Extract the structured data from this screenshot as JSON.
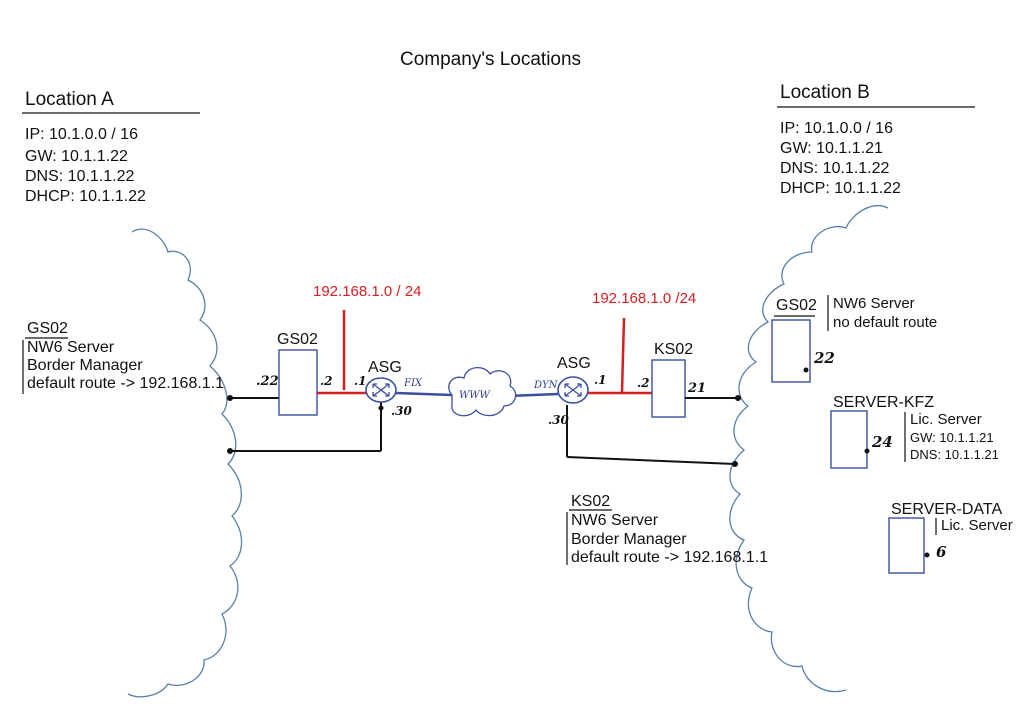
{
  "title": "Company's Locations",
  "location_a": {
    "heading": "Location A",
    "ip": "IP: 10.1.0.0 / 16",
    "gw": "GW: 10.1.1.22",
    "dns": "DNS: 10.1.1.22",
    "dhcp": "DHCP: 10.1.1.22"
  },
  "location_b": {
    "heading": "Location B",
    "ip": "IP: 10.1.0.0 / 16",
    "gw": "GW: 10.1.1.21",
    "dns": "DNS: 10.1.1.22",
    "dhcp": "DHCP: 10.1.1.22"
  },
  "gs02_note": {
    "name": "GS02",
    "lines": [
      "NW6 Server",
      "Border Manager",
      "default route -> 192.168.1.1"
    ]
  },
  "ks02_note": {
    "name": "KS02",
    "lines": [
      "NW6 Server",
      "Border Manager",
      "default route -> 192.168.1.1"
    ]
  },
  "left_link": {
    "subnet": "192.168.1.0 / 24",
    "server_label": "GS02",
    "router_label": "ASG",
    "server_host": ".22",
    "server_port": ".2",
    "router_port": ".1",
    "router_lan": ".30",
    "wan_tag": "FIX"
  },
  "right_link": {
    "subnet": "192.168.1.0 /24",
    "server_label": "KS02",
    "router_label": "ASG",
    "router_port": ".1",
    "server_port": ".2",
    "server_host": "21",
    "router_lan": ".30",
    "wan_tag": "DYN"
  },
  "internet": {
    "label": "WWW"
  },
  "servers_b": [
    {
      "name": "GS02",
      "lines": [
        "NW6 Server",
        "no default route"
      ],
      "host": "22"
    },
    {
      "name": "SERVER-KFZ",
      "lines": [
        "Lic. Server",
        "GW: 10.1.1.21",
        "DNS: 10.1.1.21"
      ],
      "host": "24"
    },
    {
      "name": "SERVER-DATA",
      "lines": [
        "Lic. Server"
      ],
      "host": "6"
    }
  ],
  "colors": {
    "cloud": "#5a7fa8",
    "wan_link": "#3a4fa0",
    "transfer_net": "#d42020",
    "lan_cable": "#111111"
  },
  "icons": {
    "router": "router-icon",
    "internet": "internet-cloud-icon"
  }
}
